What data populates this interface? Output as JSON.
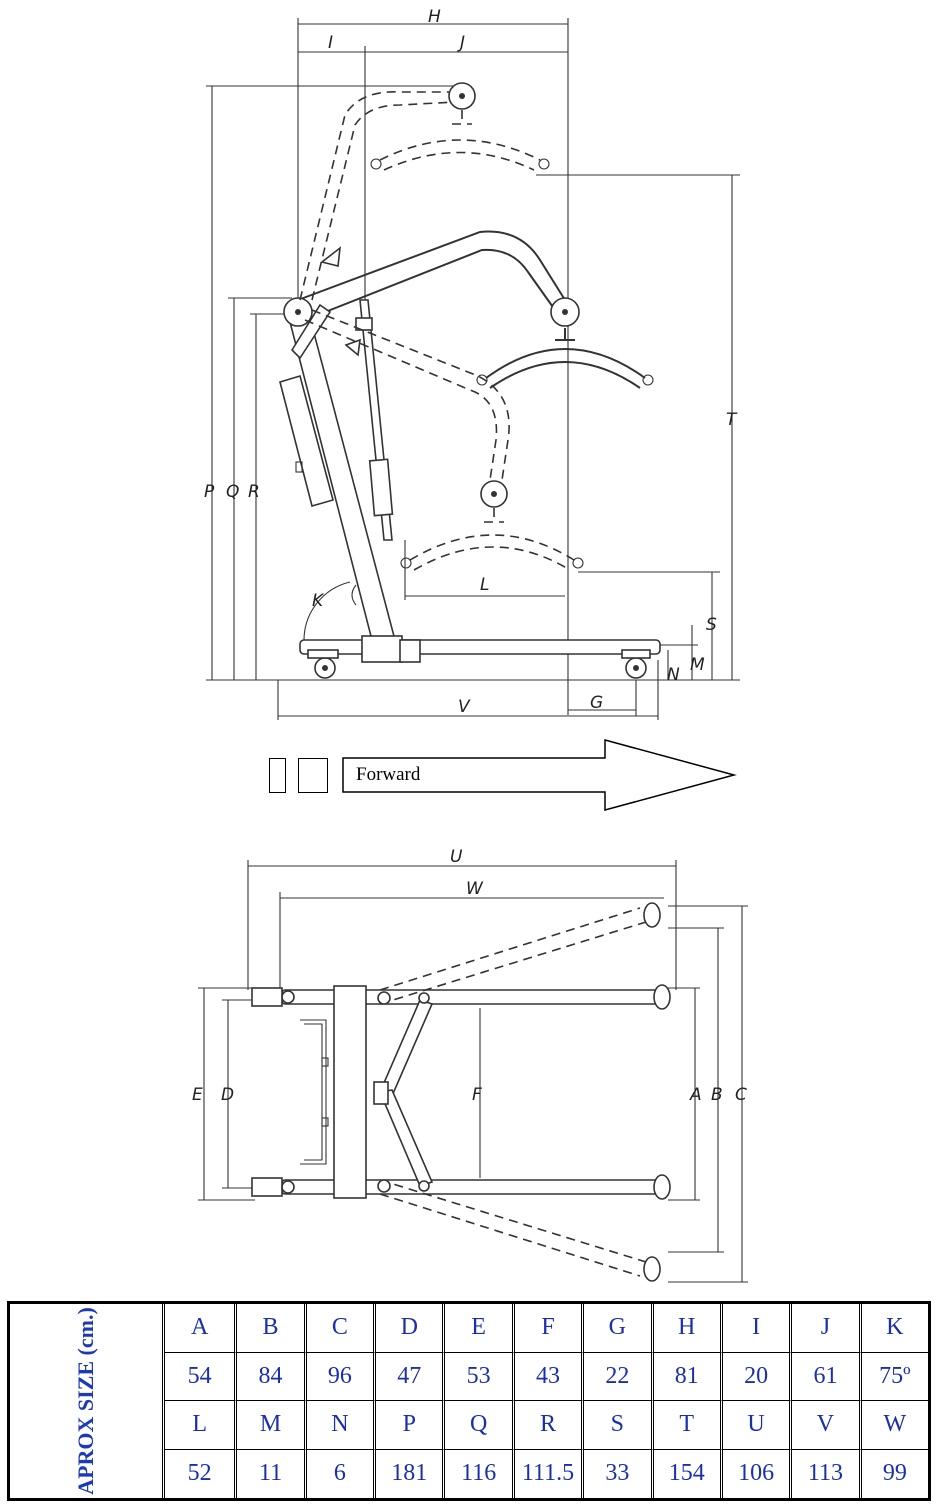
{
  "side_view": {
    "dimension_labels": [
      "H",
      "I",
      "J",
      "P",
      "Q",
      "R",
      "T",
      "K",
      "L",
      "S",
      "M",
      "N",
      "V",
      "G"
    ]
  },
  "direction": {
    "label": "Forward"
  },
  "top_view": {
    "dimension_labels": [
      "U",
      "W",
      "E",
      "D",
      "F",
      "A",
      "B",
      "C"
    ]
  },
  "table": {
    "side_header": "APROX SIZE (cm.)",
    "rows": [
      [
        "A",
        "B",
        "C",
        "D",
        "E",
        "F",
        "G",
        "H",
        "I",
        "J",
        "K"
      ],
      [
        "54",
        "84",
        "96",
        "47",
        "53",
        "43",
        "22",
        "81",
        "20",
        "61",
        "75º"
      ],
      [
        "L",
        "M",
        "N",
        "P",
        "Q",
        "R",
        "S",
        "T",
        "U",
        "V",
        "W"
      ],
      [
        "52",
        "11",
        "6",
        "181",
        "116",
        "111.5",
        "33",
        "154",
        "106",
        "113",
        "99"
      ]
    ]
  },
  "colors": {
    "table_text": "#1a2fb0",
    "line": "#333333"
  }
}
